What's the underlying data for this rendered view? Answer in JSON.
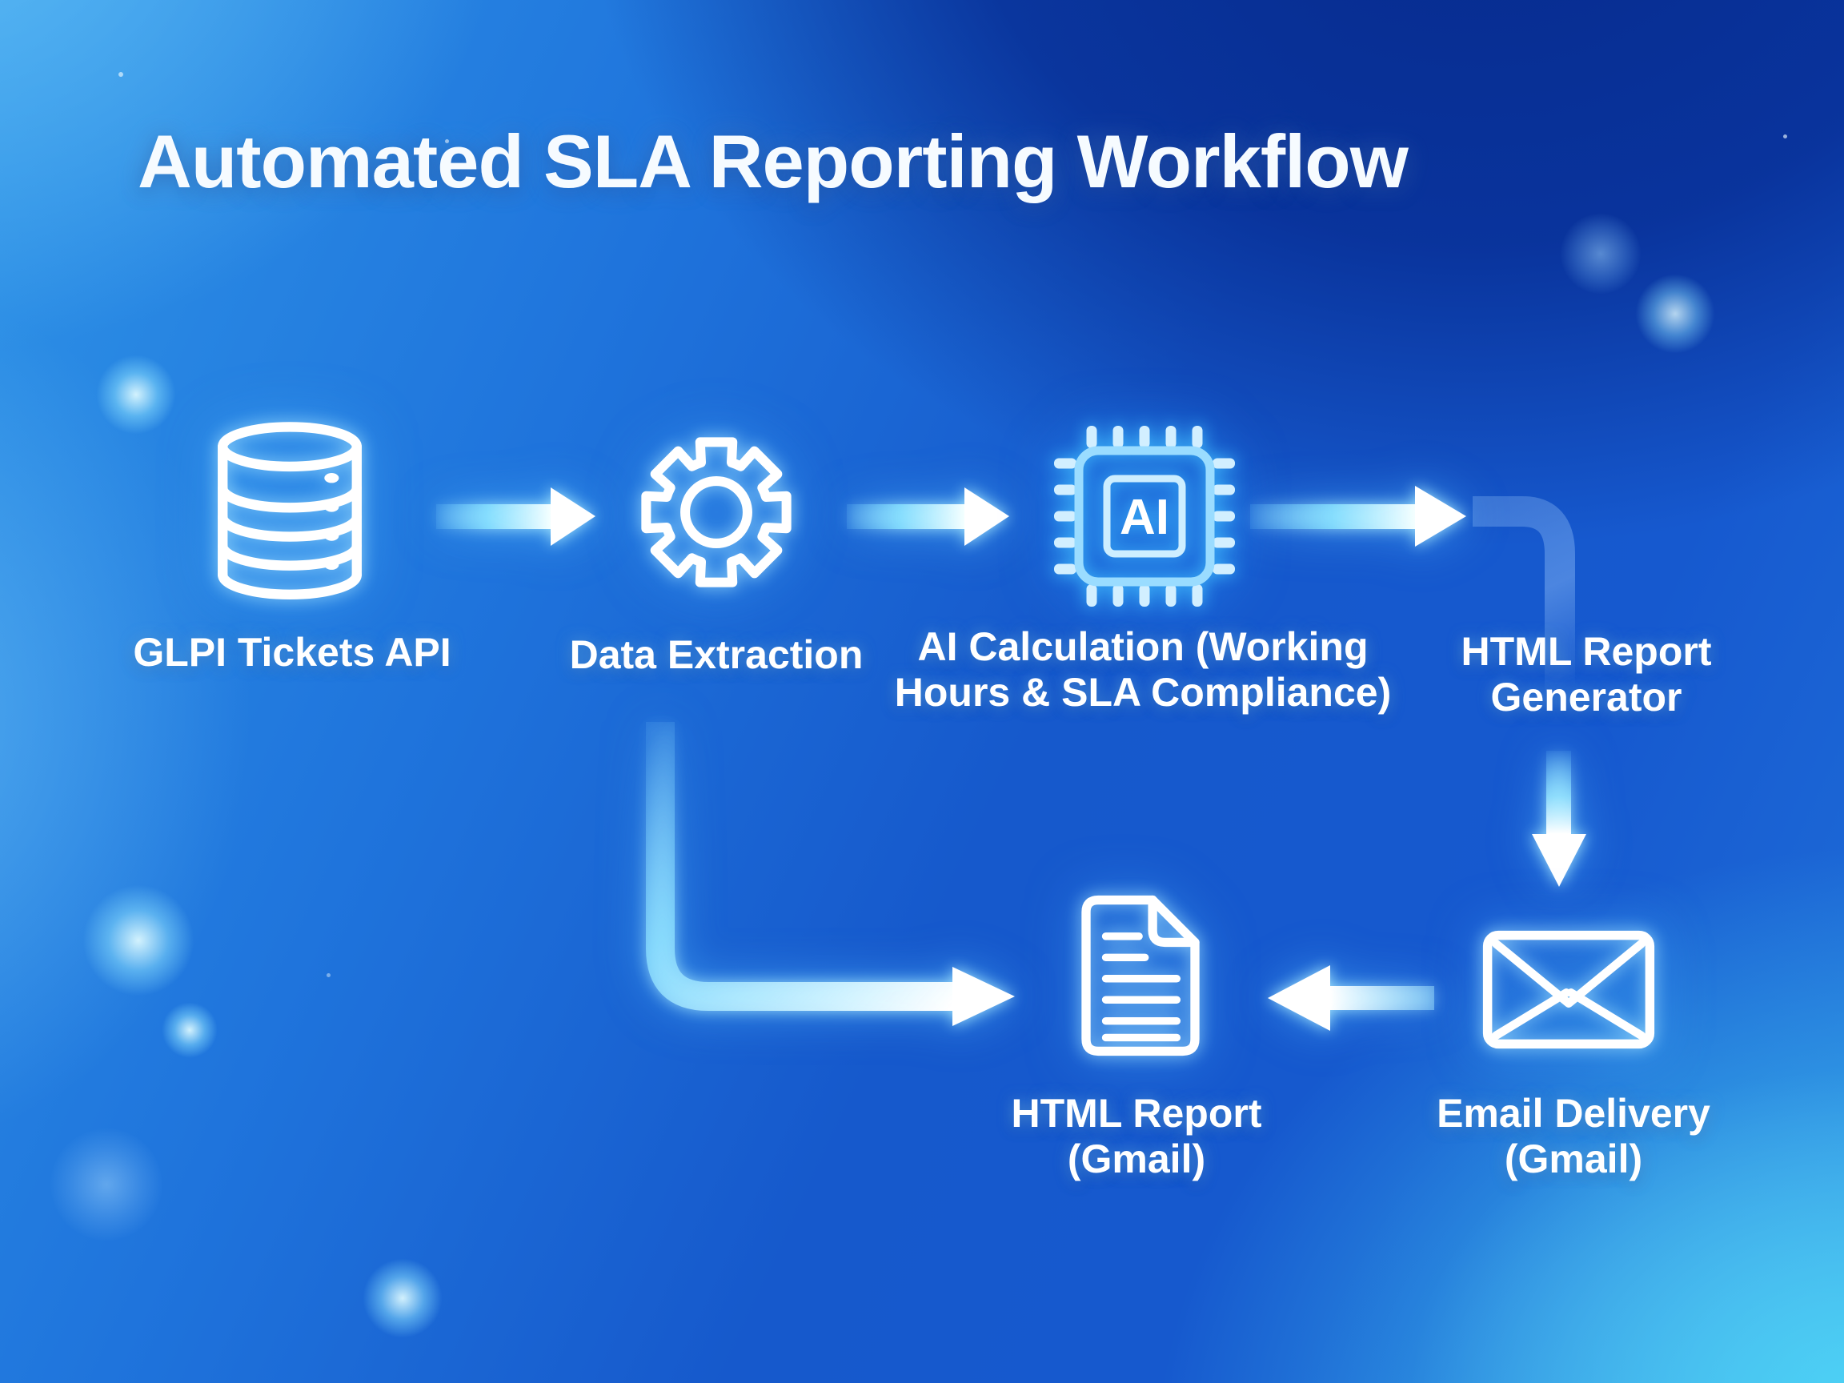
{
  "title": "Automated SLA Reporting Workflow",
  "ai_chip_text": "AI",
  "nodes": [
    {
      "id": "glpi",
      "icon": "database-icon",
      "lines": [
        "GLPI Tickets API"
      ]
    },
    {
      "id": "extraction",
      "icon": "gear-icon",
      "lines": [
        "Data Extraction"
      ]
    },
    {
      "id": "ai",
      "icon": "ai-chip-icon",
      "lines": [
        "AI Calculation (Working",
        "Hours & SLA Compliance)"
      ]
    },
    {
      "id": "generator",
      "icon": null,
      "lines": [
        "HTML Report",
        "Generator"
      ]
    },
    {
      "id": "email",
      "icon": "envelope-icon",
      "lines": [
        "Email Delivery",
        "(Gmail)"
      ]
    },
    {
      "id": "report",
      "icon": "document-icon",
      "lines": [
        "HTML Report",
        "(Gmail)"
      ]
    }
  ],
  "flows": [
    {
      "from": "glpi",
      "to": "extraction"
    },
    {
      "from": "extraction",
      "to": "ai"
    },
    {
      "from": "ai",
      "to": "generator"
    },
    {
      "from": "generator",
      "to": "email"
    },
    {
      "from": "email",
      "to": "report"
    },
    {
      "from": "extraction",
      "to": "report"
    }
  ],
  "colors": {
    "background_top_left": "#2e93e7",
    "background_top_right": "#062a8c",
    "background_mid": "#1659cc",
    "background_bottom_right_glow": "#46d6f6",
    "icon_stroke": "#ffffff",
    "chip_stroke": "#9adcff",
    "arrow_tail_cyan": "#87e1ff",
    "arrow_head": "#ffffff",
    "text": "#ffffff"
  }
}
